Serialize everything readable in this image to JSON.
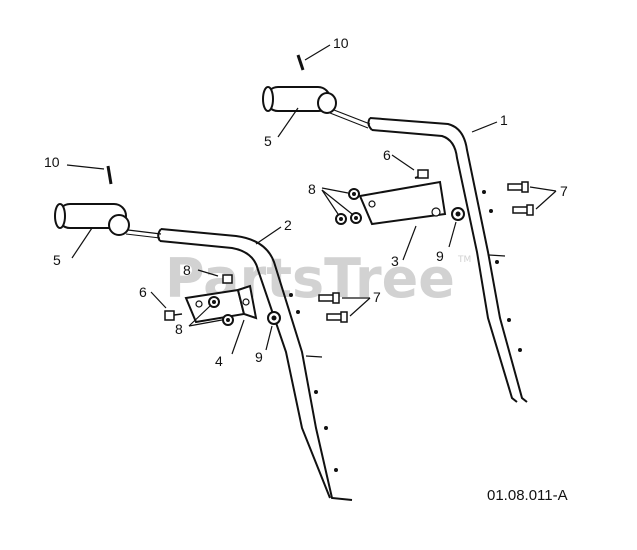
{
  "diagram": {
    "watermark": "PartsTree",
    "watermark_tm": "TM",
    "reference_code": "01.08.011-A",
    "callouts": [
      {
        "id": "c-1",
        "text": "1"
      },
      {
        "id": "c-2",
        "text": "2"
      },
      {
        "id": "c-3",
        "text": "3"
      },
      {
        "id": "c-4",
        "text": "4"
      },
      {
        "id": "c-5a",
        "text": "5"
      },
      {
        "id": "c-5b",
        "text": "5"
      },
      {
        "id": "c-6a",
        "text": "6"
      },
      {
        "id": "c-6b",
        "text": "6"
      },
      {
        "id": "c-7a",
        "text": "7"
      },
      {
        "id": "c-7b",
        "text": "7"
      },
      {
        "id": "c-8a",
        "text": "8"
      },
      {
        "id": "c-8b",
        "text": "8"
      },
      {
        "id": "c-8c",
        "text": "8"
      },
      {
        "id": "c-9a",
        "text": "9"
      },
      {
        "id": "c-9b",
        "text": "9"
      },
      {
        "id": "c-10a",
        "text": "10"
      },
      {
        "id": "c-10b",
        "text": "10"
      }
    ]
  }
}
